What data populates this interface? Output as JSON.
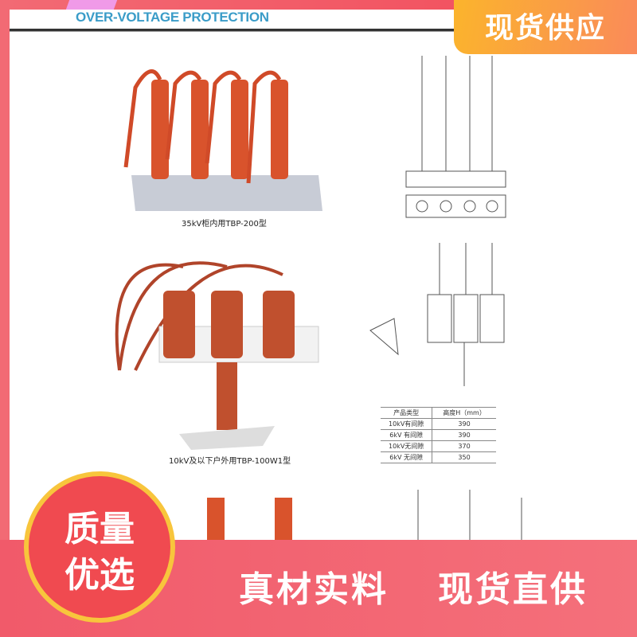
{
  "header": {
    "title": "OVER-VOLTAGE PROTECTION",
    "badge": "现货供应"
  },
  "products": [
    {
      "caption": "35kV柜内用TBP-200型"
    },
    {
      "caption": "10kV及以下户外用TBP-100W1型"
    }
  ],
  "spec_table": {
    "headers": [
      "产品类型",
      "高度H（mm）"
    ],
    "rows": [
      [
        "10kV有间隙",
        "390"
      ],
      [
        "6kV 有间隙",
        "390"
      ],
      [
        "10kV无间隙",
        "370"
      ],
      [
        "6kV 无间隙",
        "350"
      ]
    ]
  },
  "promo": {
    "circle_line1": "质量",
    "circle_line2": "优选",
    "slogan1": "真材实料",
    "slogan2": "现货直供"
  },
  "colors": {
    "accent": "#f24b5a",
    "badge": "#fbb42c",
    "insulator": "#d9532c"
  }
}
